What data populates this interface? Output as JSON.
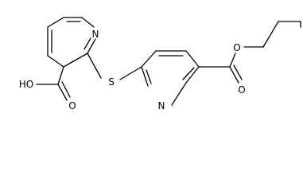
{
  "molecule": {
    "atom_labels": {
      "n_pyridine_left": "N",
      "n_pyridine_right": "N",
      "sulfur": "S",
      "hydroxyl": "HO",
      "carbonyl_oxygen_acid": "O",
      "carbonyl_oxygen_ester": "O",
      "ester_oxygen": "O"
    },
    "colors": {
      "bond": "#000000",
      "label": "#000000",
      "background": "#ffffff"
    }
  }
}
